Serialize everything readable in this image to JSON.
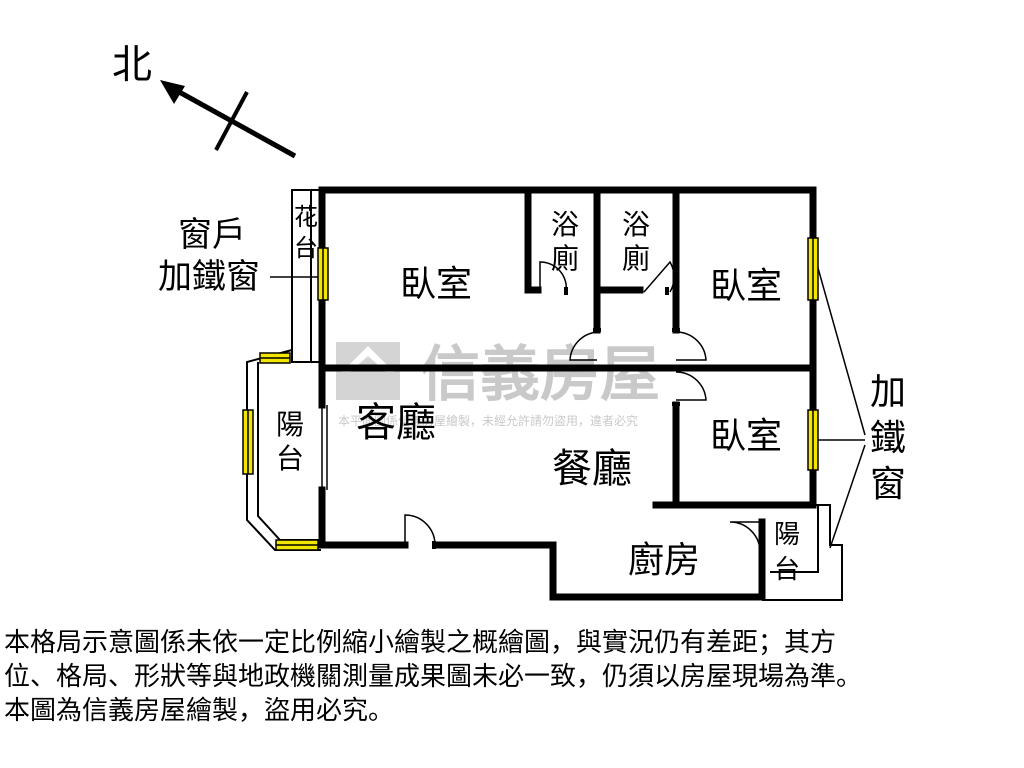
{
  "compass": {
    "north_label": "北"
  },
  "rooms": {
    "bedroom_main": "臥室",
    "bedroom_right_top": "臥室",
    "bedroom_right_mid": "臥室",
    "bath_left": [
      "浴",
      "廁"
    ],
    "bath_right": [
      "浴",
      "廁"
    ],
    "living_room": "客廳",
    "dining_room": "餐廳",
    "kitchen": "廚房",
    "balcony_left": [
      "陽",
      "台"
    ],
    "balcony_right": [
      "陽",
      "台"
    ],
    "flower_bed": [
      "花",
      "台"
    ]
  },
  "annotations": {
    "window_left": [
      "窗戶",
      "加鐵窗"
    ],
    "window_right": [
      "加",
      "鐵",
      "窗"
    ]
  },
  "watermark": {
    "brand": "信義房屋",
    "notice": "本平面圖係信義房屋繪製，未經允許請勿盜用，違者必究"
  },
  "disclaimer": [
    "本格局示意圖係未依一定比例縮小繪製之概繪圖，與實況仍有差距；其方",
    "位、格局、形狀等與地政機關測量成果圖未必一致，仍須以房屋現場為準。",
    "本圖為信義房屋繪製，盜用必究。"
  ],
  "colors": {
    "wall": "#000000",
    "window_fill": "#f2e600",
    "watermark": "#c9c9c9"
  }
}
